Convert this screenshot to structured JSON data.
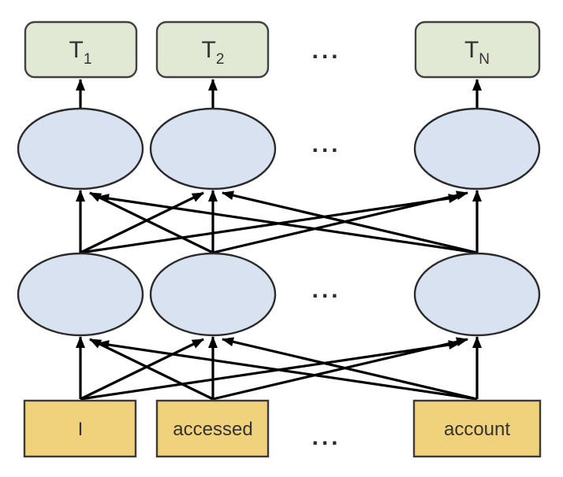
{
  "diagram": {
    "output_labels": [
      {
        "base": "T",
        "sub": "1"
      },
      {
        "base": "T",
        "sub": "2"
      },
      {
        "base": "T",
        "sub": "N"
      }
    ],
    "input_tokens": [
      "I",
      "accessed",
      "account"
    ],
    "ellipsis": "...",
    "colors": {
      "background": "#ffffff",
      "output_fill": "#e1e9d5",
      "output_border": "#414141",
      "node_fill": "#d8e2f1",
      "node_border": "#2b2b2b",
      "token_fill": "#f0d27d",
      "token_border": "#3a3a3a",
      "arrow": "#000000",
      "text": "#333333",
      "ellipsis_color": "#2e2e2e"
    }
  }
}
